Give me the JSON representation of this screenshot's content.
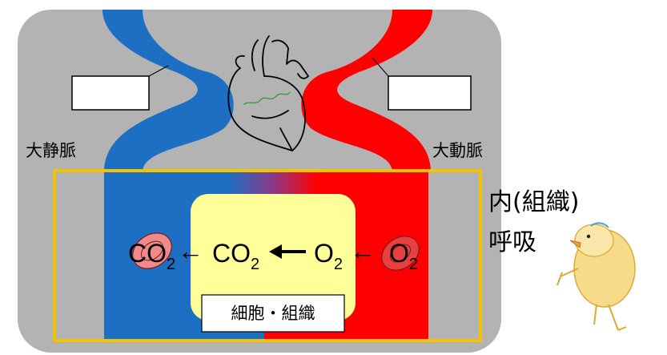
{
  "labels": {
    "vena_cava": "大静脈",
    "aorta": "大動脈",
    "cells": "細胞・組織",
    "internal_respiration_line1": "内(組織)",
    "internal_respiration_line2": "呼吸"
  },
  "chem": {
    "co2_base": "CO",
    "co2_sub": "2",
    "o2_base": "O",
    "o2_sub": "2",
    "arrow": "←"
  },
  "colors": {
    "background_panel": "#b3b3b3",
    "venous": "#1c6fc2",
    "arterial": "#ff0000",
    "cell_area": "#ffff99",
    "tissue_frame": "#f2c300",
    "rbc_fill": "#f08a8a"
  },
  "icons": {
    "heart": "heart-outline-icon",
    "chick": "chick-drawing-icon"
  }
}
